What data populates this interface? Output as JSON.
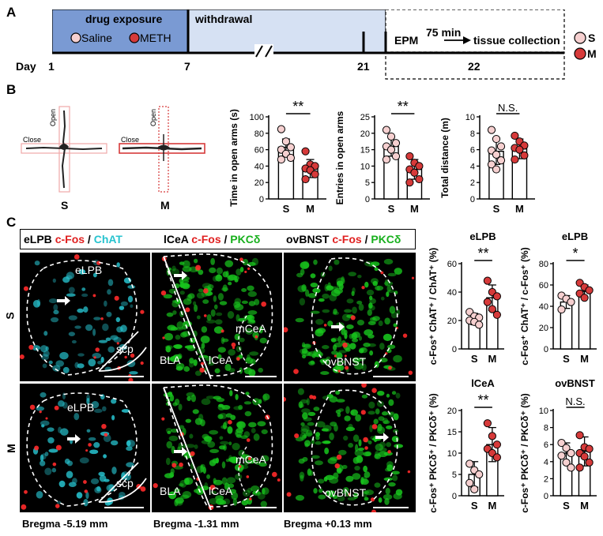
{
  "panelA": {
    "letter": "A",
    "drug_exposure": "drug exposure",
    "saline": "Saline",
    "meth": "METH",
    "withdrawal": "withdrawal",
    "epm": "EPM",
    "interval": "75 min",
    "tissue": "tissue collection",
    "day_label": "Day",
    "days": [
      "1",
      "7",
      "21",
      "22"
    ],
    "legend": [
      "S",
      "M"
    ]
  },
  "panelB": {
    "letter": "B",
    "track_open": "Open",
    "track_close": "Close",
    "groups": [
      "S",
      "M"
    ]
  },
  "panelC": {
    "letter": "C",
    "headers": [
      {
        "a": "eLPB ",
        "b": "c-Fos",
        "c": " / ",
        "d": "ChAT"
      },
      {
        "a": "lCeA ",
        "b": "c-Fos",
        "c": " / ",
        "d": "PKCδ"
      },
      {
        "a": "ovBNST ",
        "b": "c-Fos",
        "c": " / ",
        "d": "PKCδ"
      }
    ],
    "row_labels": [
      "S",
      "M"
    ],
    "region_labels": {
      "elpb": "eLPB",
      "scp": "scp",
      "bla": "BLA",
      "lcea": "lCeA",
      "mcea": "mCeA",
      "ovbnst": "ovBNST"
    },
    "bregma": [
      "Bregma -5.19 mm",
      "Bregma -1.31 mm",
      "Bregma +0.13 mm"
    ]
  },
  "colors": {
    "saline": "#f6d0d0",
    "meth": "#d63a3a",
    "cyan": "#27c3cf",
    "green": "#18c51d",
    "red": "#ff2a2a",
    "timeline_dark": "#7a9ad3",
    "timeline_light": "#d6e1f3"
  },
  "chart_data": [
    {
      "type": "bar",
      "id": "time-open",
      "ylabel": "Time in open arms (s)",
      "categories": [
        "S",
        "M"
      ],
      "values": [
        63,
        37
      ],
      "errors": [
        10,
        11
      ],
      "ylim": [
        0,
        100
      ],
      "yticks": [
        0,
        20,
        40,
        60,
        80,
        100
      ],
      "sig": "**",
      "points": [
        [
          85,
          70,
          63,
          60,
          55,
          50,
          48
        ],
        [
          58,
          42,
          40,
          37,
          35,
          30,
          24
        ]
      ]
    },
    {
      "type": "bar",
      "id": "entries-open",
      "ylabel": "Entries in open arms",
      "categories": [
        "S",
        "M"
      ],
      "values": [
        16,
        9
      ],
      "errors": [
        3,
        3
      ],
      "ylim": [
        0,
        25
      ],
      "yticks": [
        0,
        5,
        10,
        15,
        20,
        25
      ],
      "sig": "**",
      "points": [
        [
          21,
          19,
          17,
          16,
          15,
          13,
          12
        ],
        [
          13,
          11,
          10,
          9,
          8,
          6,
          5
        ]
      ]
    },
    {
      "type": "bar",
      "id": "total-distance",
      "ylabel": "Total distance (m)",
      "categories": [
        "S",
        "M"
      ],
      "values": [
        5.8,
        6.1
      ],
      "errors": [
        1.6,
        1.2
      ],
      "ylim": [
        0,
        10
      ],
      "yticks": [
        0,
        2,
        4,
        6,
        8,
        10
      ],
      "sig": "N.S.",
      "points": [
        [
          8.4,
          7.3,
          6.4,
          5.9,
          5.4,
          4.7,
          4.2,
          3.6
        ],
        [
          7.7,
          7.0,
          6.5,
          6.2,
          6.0,
          5.3,
          4.8
        ]
      ]
    },
    {
      "type": "bar",
      "id": "elpb-chat",
      "title": "eLPB",
      "ylabel": "c-Fos⁺ ChAT⁺ / ChAT⁺ (%)",
      "categories": [
        "S",
        "M"
      ],
      "values": [
        21,
        36
      ],
      "errors": [
        4,
        9
      ],
      "ylim": [
        0,
        60
      ],
      "yticks": [
        0,
        20,
        40,
        60
      ],
      "sig": "**",
      "points": [
        [
          26,
          23,
          22,
          20,
          19,
          17
        ],
        [
          48,
          40,
          37,
          33,
          28,
          24
        ]
      ]
    },
    {
      "type": "bar",
      "id": "elpb-cfos",
      "title": "eLPB",
      "ylabel": "c-Fos⁺ ChAT⁺ / c-Fos⁺ (%)",
      "categories": [
        "S",
        "M"
      ],
      "values": [
        44,
        54
      ],
      "errors": [
        6,
        6
      ],
      "ylim": [
        0,
        80
      ],
      "yticks": [
        0,
        20,
        40,
        60,
        80
      ],
      "sig": "*",
      "points": [
        [
          50,
          47,
          44,
          37
        ],
        [
          62,
          58,
          55,
          52,
          48
        ]
      ]
    },
    {
      "type": "bar",
      "id": "lcea-pkcd",
      "title": "lCeA",
      "ylabel": "c-Fos⁺ PKCδ⁺ / PKCδ⁺ (%)",
      "categories": [
        "S",
        "M"
      ],
      "values": [
        5,
        12
      ],
      "errors": [
        3,
        4
      ],
      "ylim": [
        0,
        20
      ],
      "yticks": [
        0,
        5,
        10,
        15,
        20
      ],
      "sig": "**",
      "points": [
        [
          7.5,
          6,
          5,
          3,
          1.5
        ],
        [
          17,
          14,
          12,
          11,
          10,
          9
        ]
      ]
    },
    {
      "type": "bar",
      "id": "ovbnst-pkcd",
      "title": "ovBNST",
      "ylabel": "c-Fos⁺ PKCδ⁺ / PKCδ⁺ (%)",
      "categories": [
        "S",
        "M"
      ],
      "values": [
        5,
        5.2
      ],
      "errors": [
        1.2,
        1.7
      ],
      "ylim": [
        0,
        10
      ],
      "yticks": [
        0,
        2,
        4,
        6,
        8,
        10
      ],
      "sig": "N.S.",
      "points": [
        [
          6.2,
          5.6,
          5.0,
          4.7,
          3.9,
          3.3
        ],
        [
          7.1,
          5.7,
          5.5,
          5.0,
          4.6,
          3.9,
          3.3
        ]
      ]
    }
  ]
}
